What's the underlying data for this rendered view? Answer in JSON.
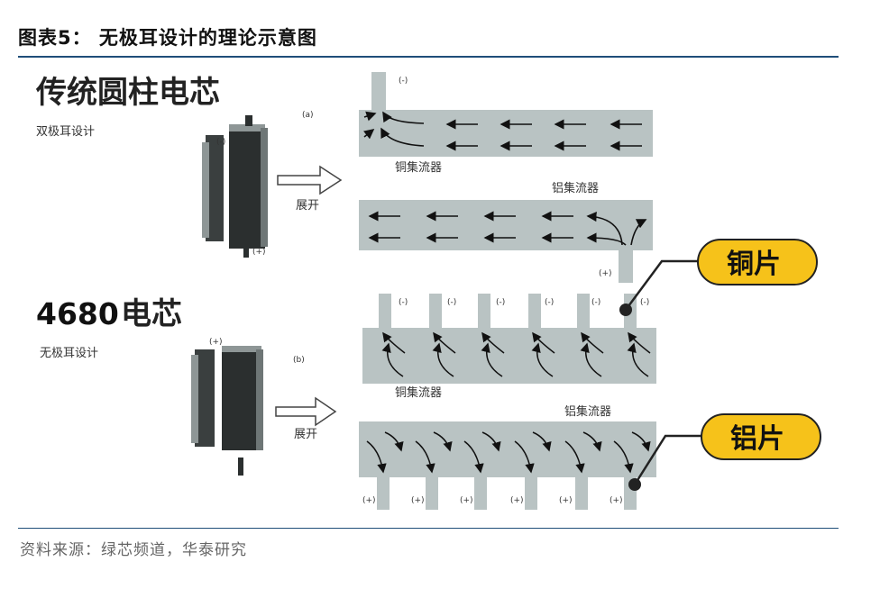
{
  "header": {
    "title": "图表5： 无极耳设计的理论示意图"
  },
  "traditional": {
    "title": "传统圆柱电芯",
    "subtitle": "双极耳设计",
    "label_a": "(a)",
    "expand": "展开",
    "cell_minus": "(-)",
    "cell_plus": "(+)"
  },
  "cell4680": {
    "title_num": "4680",
    "title_rest": "电芯",
    "subtitle": "无极耳设计",
    "label_b": "(b)",
    "expand": "展开",
    "cell_plus": "(+)"
  },
  "collectors": {
    "copper": "铜集流器",
    "aluminum": "铝集流器",
    "minus": "(-)",
    "plus": "(+)"
  },
  "callouts": {
    "copper_tab": "铜片",
    "aluminum_tab": "铝片",
    "accent": "#f6c21a"
  },
  "footer": {
    "source": "资料来源：绿芯频道，华泰研究"
  }
}
